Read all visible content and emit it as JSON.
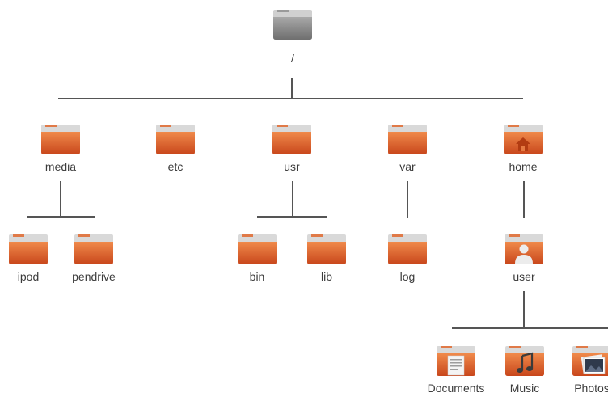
{
  "colors": {
    "folder_orange": "#e0602a",
    "folder_gray": "#8a8a8a",
    "connector": "#555555"
  },
  "root": {
    "label": "/",
    "icon": "folder-gray-icon"
  },
  "level1": [
    {
      "label": "media",
      "icon": "folder-icon"
    },
    {
      "label": "etc",
      "icon": "folder-icon"
    },
    {
      "label": "usr",
      "icon": "folder-icon"
    },
    {
      "label": "var",
      "icon": "folder-icon"
    },
    {
      "label": "home",
      "icon": "home-folder-icon"
    }
  ],
  "media_children": [
    {
      "label": "ipod",
      "icon": "folder-icon"
    },
    {
      "label": "pendrive",
      "icon": "folder-icon"
    }
  ],
  "usr_children": [
    {
      "label": "bin",
      "icon": "folder-icon"
    },
    {
      "label": "lib",
      "icon": "folder-icon"
    }
  ],
  "var_children": [
    {
      "label": "log",
      "icon": "folder-icon"
    }
  ],
  "home_children": [
    {
      "label": "user",
      "icon": "user-folder-icon"
    }
  ],
  "user_children": [
    {
      "label": "Documents",
      "icon": "documents-folder-icon"
    },
    {
      "label": "Music",
      "icon": "music-folder-icon"
    },
    {
      "label": "Photos",
      "icon": "photos-folder-icon"
    }
  ]
}
